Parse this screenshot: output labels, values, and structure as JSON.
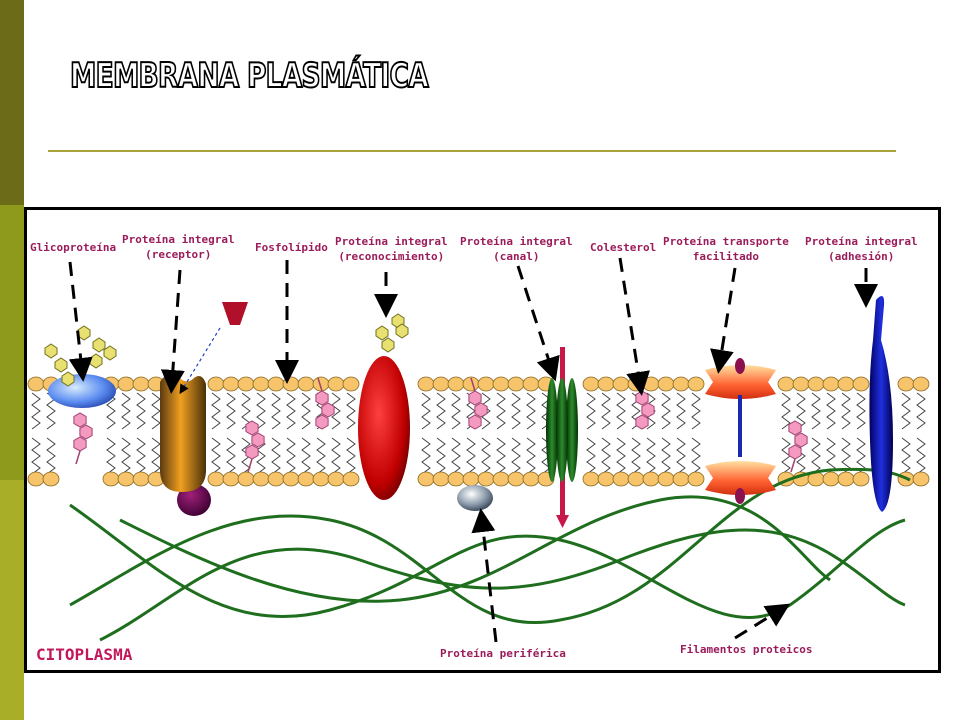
{
  "title": "MEMBRANA PLASMÁTICA",
  "labels": {
    "glicoproteina": "Glicoproteína",
    "receptor": [
      "Proteína integral",
      "(receptor)"
    ],
    "fosfolipido": "Fosfolípido",
    "reconocimiento": [
      "Proteína integral",
      "(reconocimiento)"
    ],
    "canal": [
      "Proteína integral",
      "(canal)"
    ],
    "colesterol": "Colesterol",
    "transporte": [
      "Proteína transporte",
      "facilitado"
    ],
    "adhesion": [
      "Proteína integral",
      "(adhesión)"
    ],
    "periferica": "Proteína periférica",
    "filamentos": "Filamentos proteicos",
    "citoplasma": "CITOPLASMA"
  },
  "colors": {
    "label_text": "#9b1c5a",
    "citoplasma_text": "#c2185b",
    "lipid_head": "#f7c46c",
    "cholesterol": "#f49ac1",
    "filament": "#1e6e1e",
    "sidebar": [
      "#6b6b18",
      "#8e9a1c",
      "#a8ae28"
    ]
  }
}
